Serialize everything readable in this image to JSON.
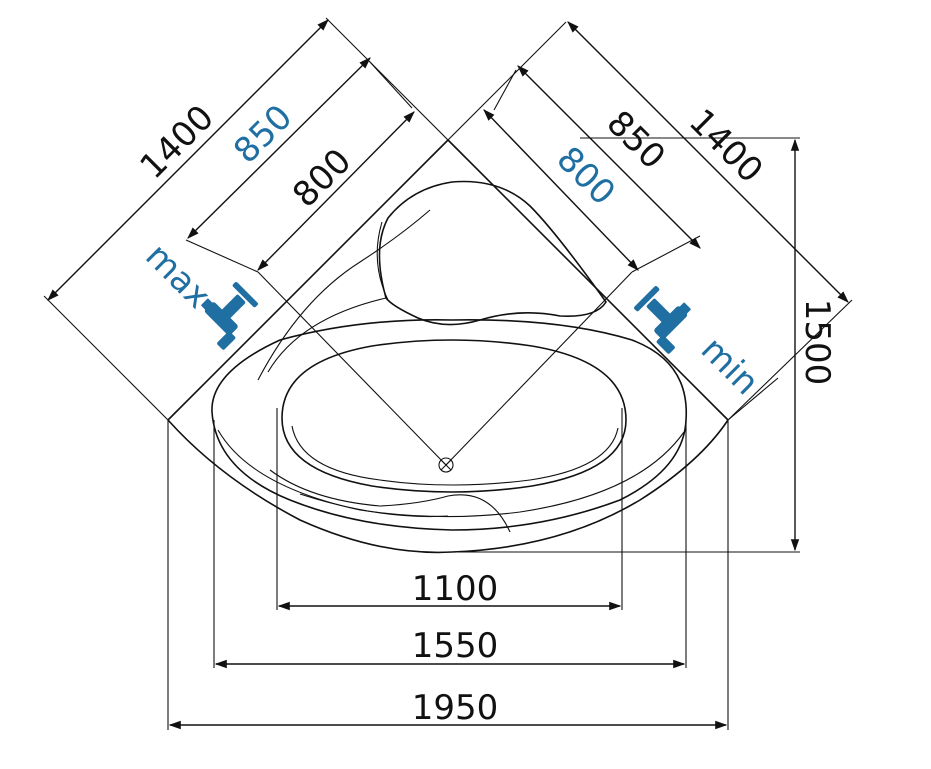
{
  "dimensions": {
    "d1100": "1100",
    "d1550": "1550",
    "d1950": "1950",
    "d1500": "1500",
    "left_outer": "1400",
    "left_middle": "850",
    "left_inner": "800",
    "right_outer": "1400",
    "right_middle": "850",
    "right_inner": "800"
  },
  "taps": {
    "left_label": "max",
    "right_label": "min"
  },
  "colors": {
    "line": "#111111",
    "accent_blue": "#1f6fa3"
  }
}
